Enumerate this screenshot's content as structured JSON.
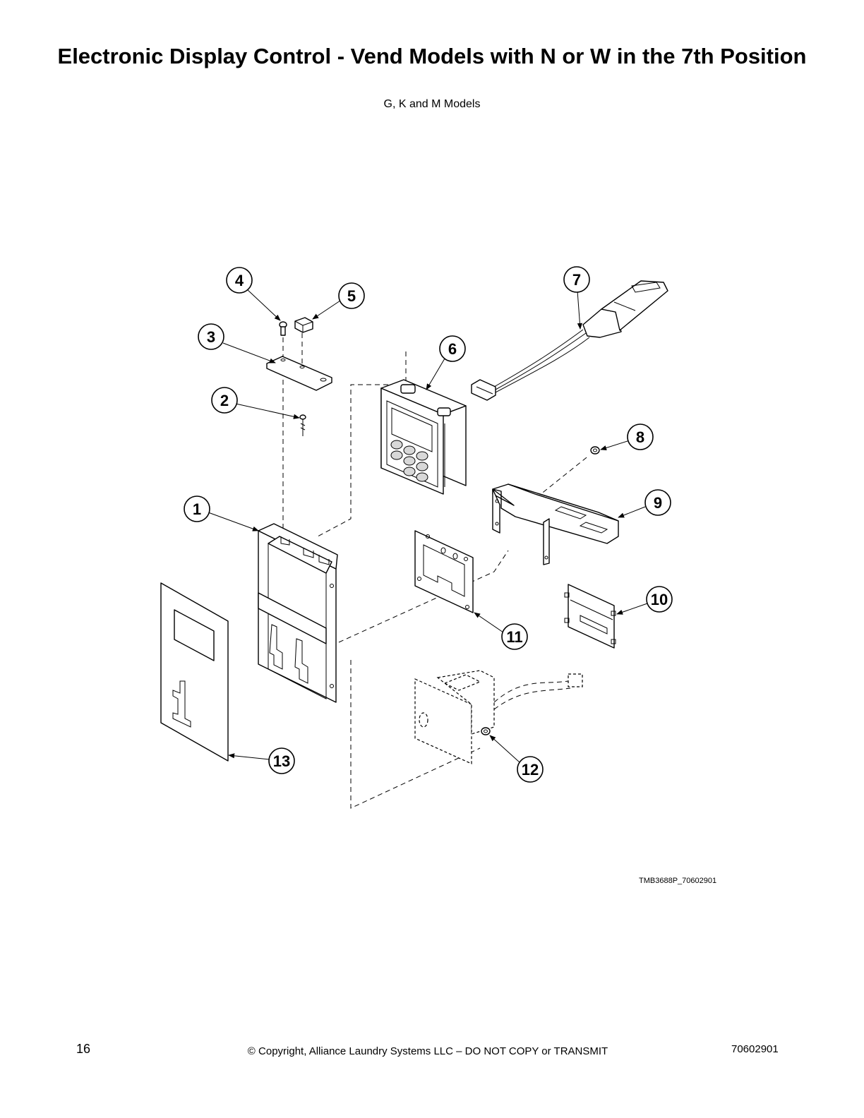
{
  "header": {
    "title": "Electronic Display Control - Vend Models with N or W in the 7th Position",
    "subtitle": "G, K and M Models"
  },
  "diagram": {
    "figure_code": "TMB3688P_70602901",
    "callouts": [
      "1",
      "2",
      "3",
      "4",
      "5",
      "6",
      "7",
      "8",
      "9",
      "10",
      "11",
      "12",
      "13"
    ]
  },
  "footer": {
    "page_number": "16",
    "copyright": "© Copyright, Alliance Laundry Systems LLC – DO NOT COPY or TRANSMIT",
    "document_number": "70602901"
  }
}
